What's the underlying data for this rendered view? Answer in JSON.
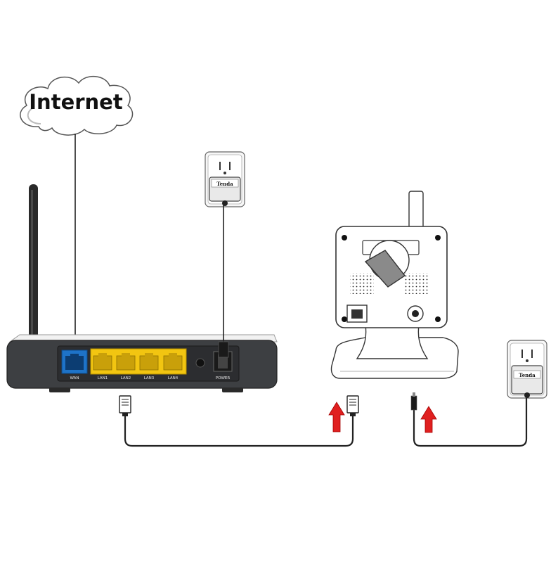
{
  "cloud": {
    "label": "Internet"
  },
  "router": {
    "ports": [
      {
        "id": "wan",
        "label": "WAN",
        "color": "#1e73c8"
      },
      {
        "id": "lan1",
        "label": "LAN1",
        "color": "#f2c511"
      },
      {
        "id": "lan2",
        "label": "LAN2",
        "color": "#f2c511"
      },
      {
        "id": "lan3",
        "label": "LAN3",
        "color": "#f2c511"
      },
      {
        "id": "lan4",
        "label": "LAN4",
        "color": "#f2c511"
      }
    ],
    "power_label": "POWER",
    "body_color": "#3d3f42"
  },
  "adapters": [
    {
      "id": "router-adapter",
      "brand": "Tenda"
    },
    {
      "id": "camera-adapter",
      "brand": "Tenda"
    }
  ],
  "arrows": {
    "color": "#e02020",
    "direction": "up",
    "count": 2
  },
  "icons": [
    "cloud-icon",
    "router-icon",
    "antenna-icon",
    "wall-outlet-icon",
    "power-adapter-icon",
    "ip-camera-icon",
    "rj45-plug-icon",
    "dc-plug-icon",
    "up-arrow-icon"
  ]
}
